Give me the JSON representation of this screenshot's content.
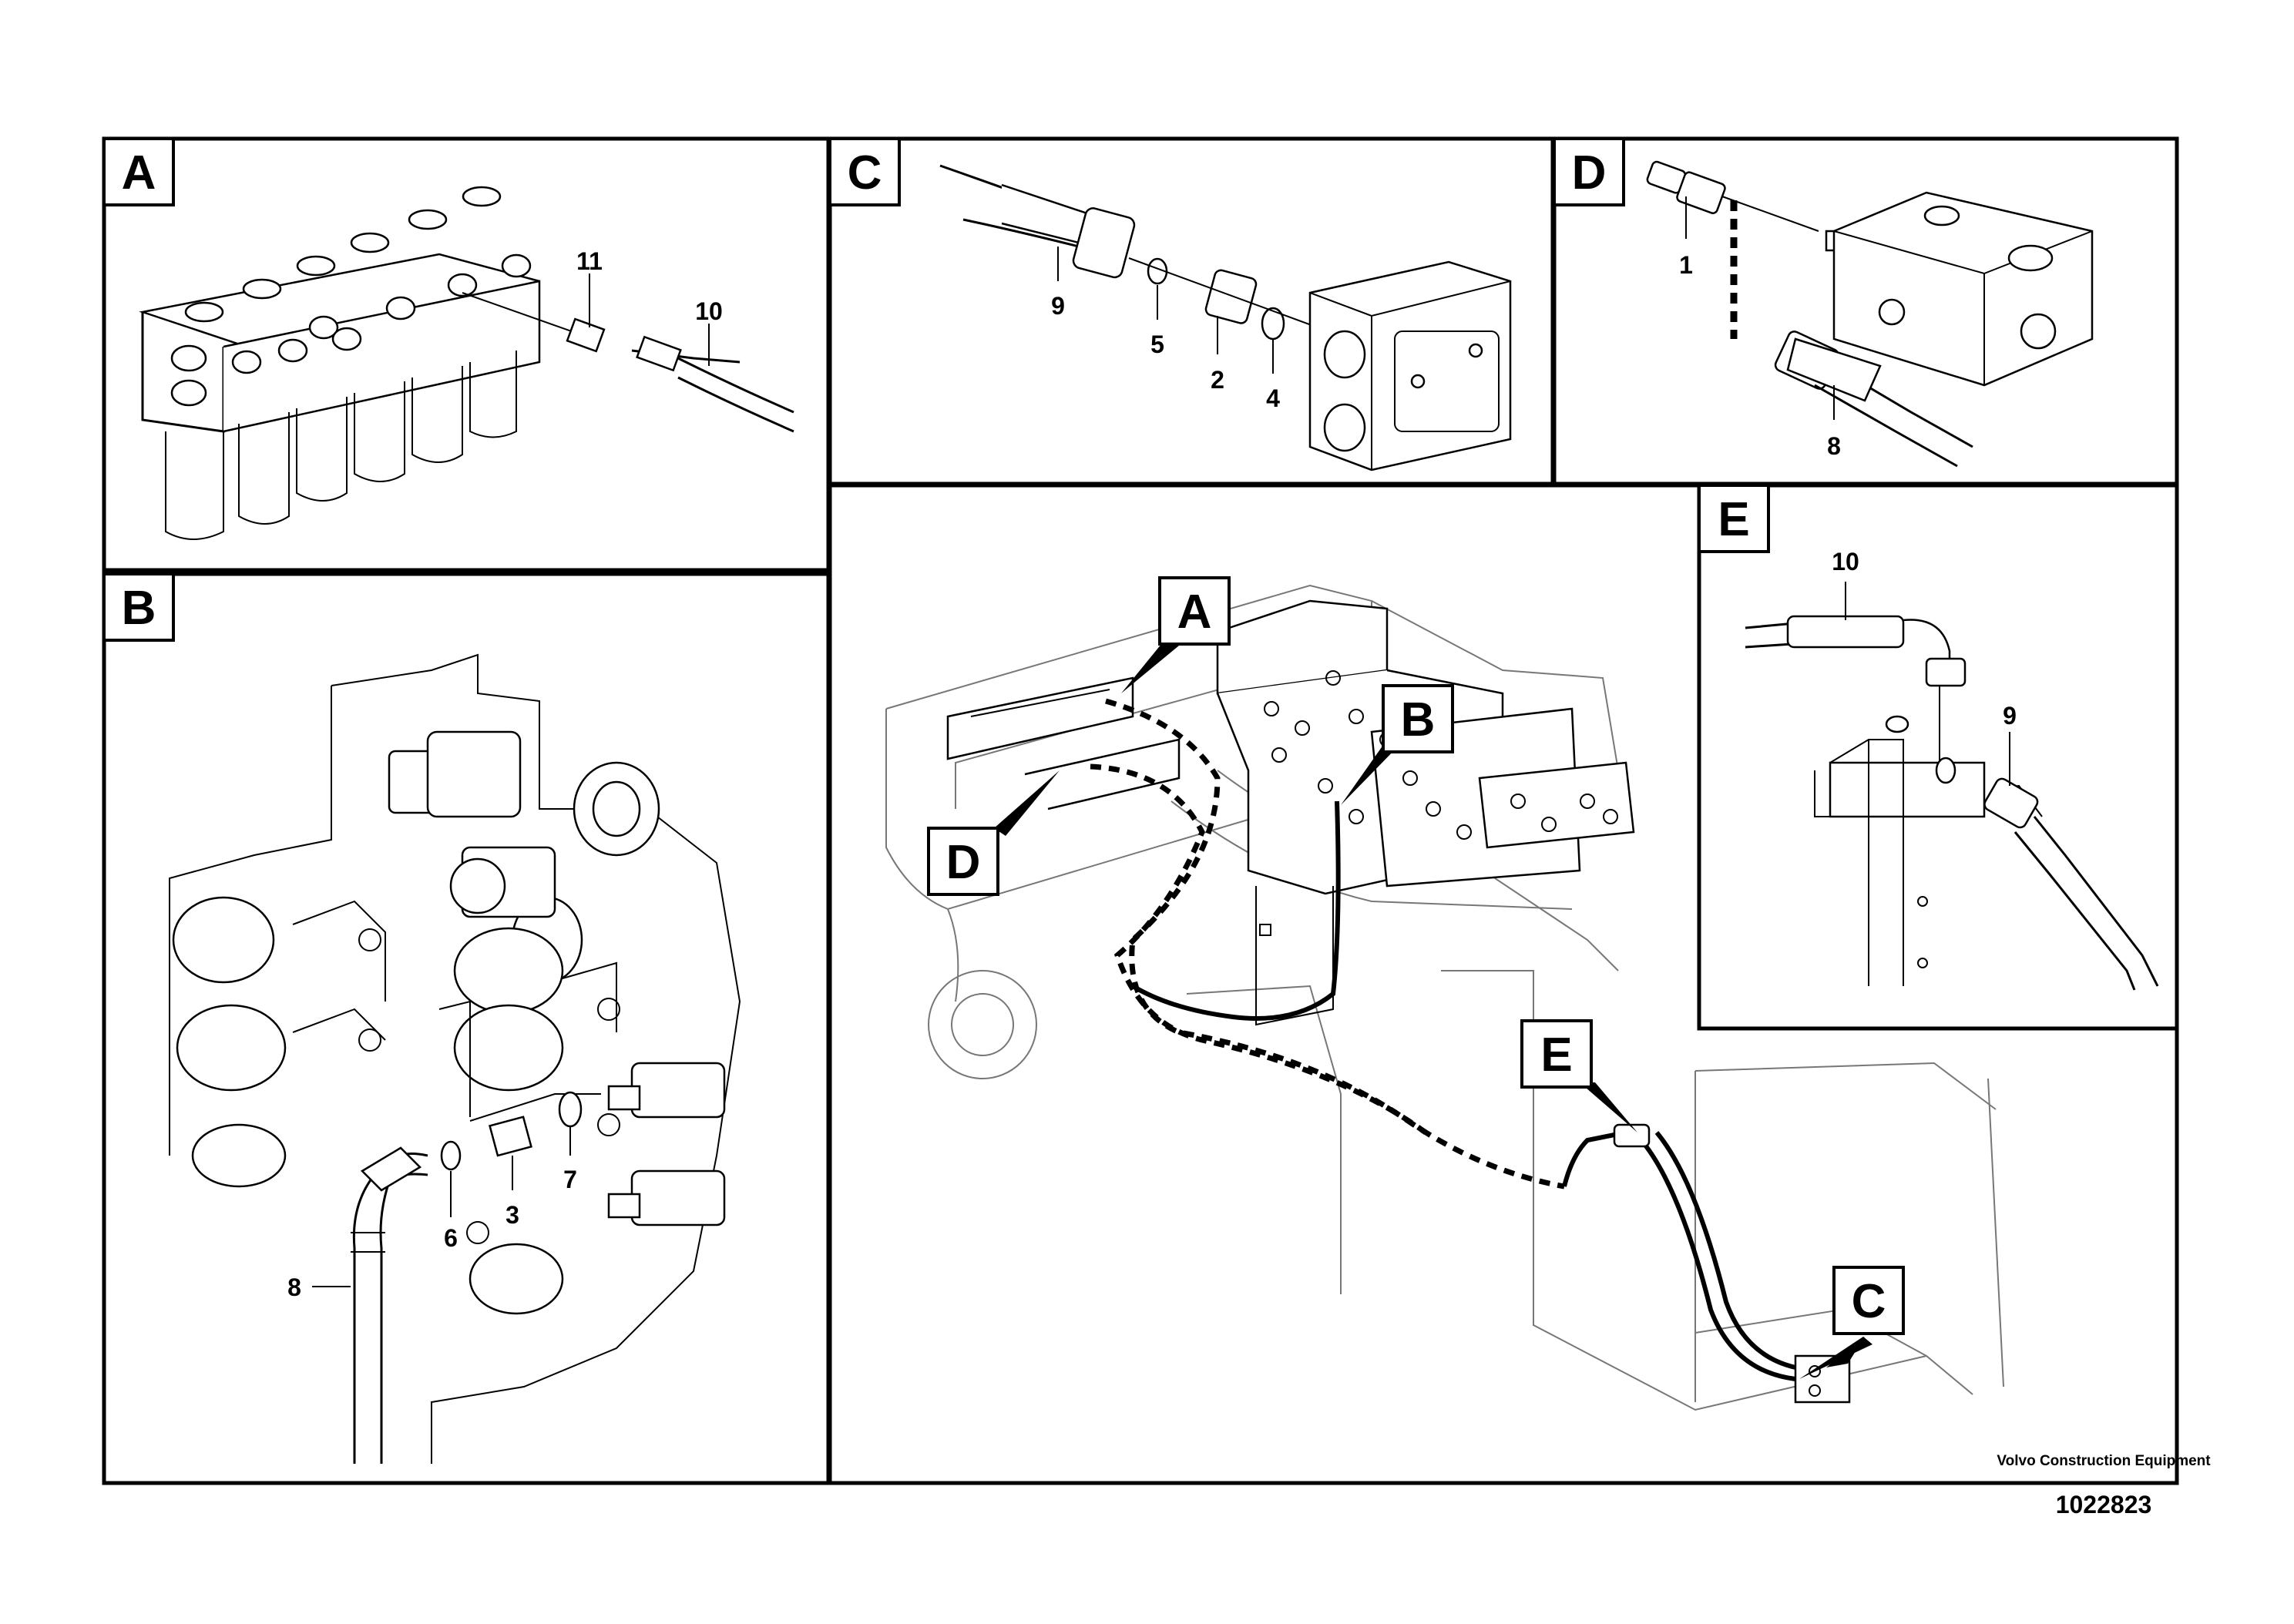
{
  "panels": {
    "A": "A",
    "B": "B",
    "C": "C",
    "D": "D",
    "E": "E"
  },
  "panel_a": {
    "callouts": [
      "11",
      "10"
    ]
  },
  "panel_b": {
    "callouts": [
      "8",
      "6",
      "3",
      "7"
    ]
  },
  "panel_c": {
    "callouts": [
      "9",
      "5",
      "2",
      "4"
    ]
  },
  "panel_d": {
    "callouts": [
      "1",
      "8"
    ]
  },
  "panel_e": {
    "callouts": [
      "10",
      "9"
    ]
  },
  "overview": {
    "markers": [
      "A",
      "B",
      "C",
      "D",
      "E"
    ]
  },
  "footer": {
    "company": "Volvo Construction Equipment",
    "drawing_number": "1022823"
  }
}
